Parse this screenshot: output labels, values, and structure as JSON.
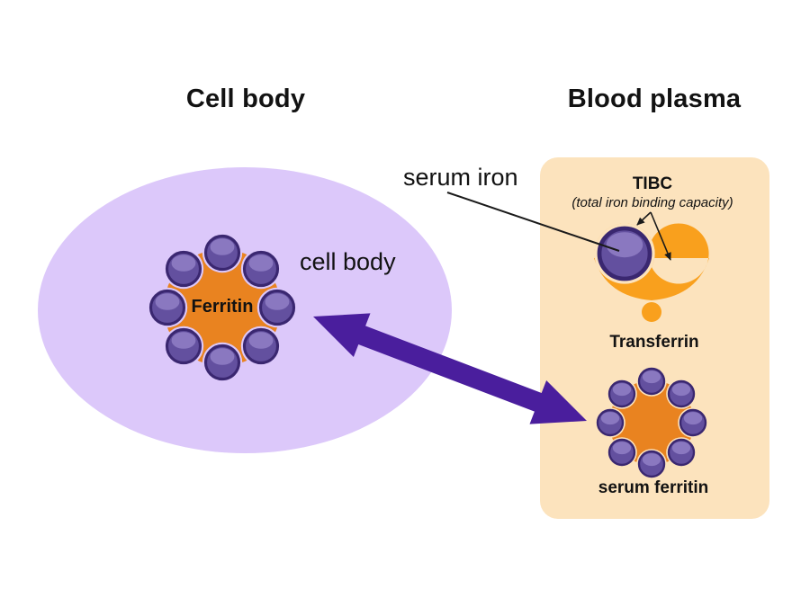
{
  "titles": {
    "cell_body": "Cell body",
    "blood_plasma": "Blood plasma"
  },
  "labels": {
    "serum_iron": "serum iron",
    "cell_body_inner": "cell body",
    "tibc": "TIBC",
    "tibc_full": "(total iron binding capacity)",
    "ferritin": "Ferritin",
    "transferrin": "Transferrin",
    "serum_ferritin": "serum ferritin"
  },
  "colors": {
    "bg": "#ffffff",
    "ink": "#121212",
    "ellipse": "#dcc8fa",
    "panel": "#fce3bd",
    "orange1": "#e98320",
    "orange2": "#f9a01d",
    "arrow": "#4a1e9d",
    "sphere_fill": "#63509f",
    "sphere_cap": "#8a78c0",
    "sphere_stroke": "#3a2770",
    "line": "#1a1a1a"
  }
}
